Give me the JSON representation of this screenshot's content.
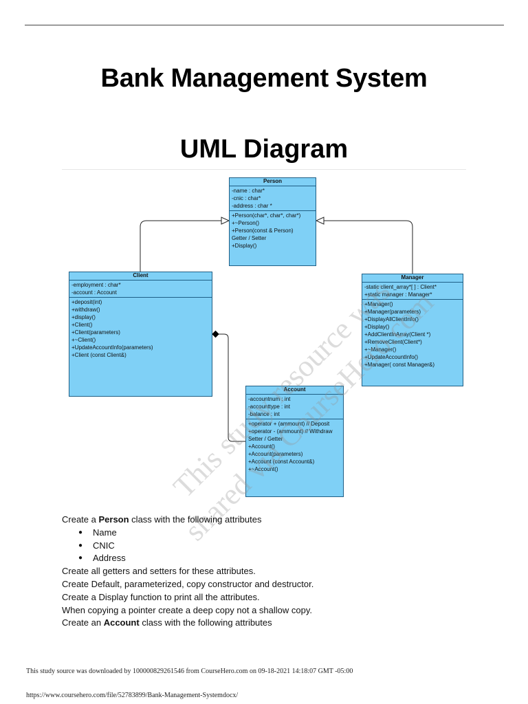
{
  "document": {
    "title": "Bank Management System",
    "subtitle": "UML Diagram"
  },
  "uml": {
    "person": {
      "name": "Person",
      "attributes": [
        "-name : char*",
        "-cnic : char*",
        "-address : char *"
      ],
      "operations": [
        "+Person(char*, char*, char*)",
        "+~Person()",
        "+Person(const & Person)",
        "Getter / Setter",
        "+Display()"
      ]
    },
    "client": {
      "name": "Client",
      "attributes": [
        "-employment : char*",
        "-account : Account"
      ],
      "operations": [
        "+deposit(int)",
        "+withdraw()",
        "+display()",
        "+Client()",
        "+Client(parameters)",
        "+~Client()",
        "+UpdateAccountInfo(parameters)",
        "+Client (const Client&)"
      ]
    },
    "manager": {
      "name": "Manager",
      "attributes": [
        "-static client_array*[ ] : Client*",
        "+static manager : Manager*"
      ],
      "operations": [
        "+Manager()",
        "+Manager(parameters)",
        "+DisplayAllClientInfo()",
        "+Display()",
        "+AddClientInArray(Client *)",
        "+RemoveClient(Client*)",
        "+~Manager()",
        "+UpdateAccountInfo()",
        "+Manager( const Manager&)"
      ]
    },
    "account": {
      "name": "Account",
      "attributes": [
        "-accountnum : int",
        "-accounttype : int",
        "-balance : int"
      ],
      "operations": [
        "+operator + (ammount) // Deposit",
        "+operator - (ammount) // Withdraw",
        "Setter / Getter",
        "+Account()",
        "+Account(parameters)",
        "+Account (const Account&)",
        "+~Account()"
      ]
    }
  },
  "watermark": {
    "line1": "This study resource was",
    "line2": "shared via CourseHero.com"
  },
  "body": {
    "p1_pre": "Create a ",
    "p1_bold": "Person",
    "p1_post": " class with the following attributes",
    "bullets": [
      "Name",
      "CNIC",
      "Address"
    ],
    "p2": "Create all getters and setters for these attributes.",
    "p3": "Create Default, parameterized, copy constructor and destructor.",
    "p4": "Create a Display function to print all the attributes.",
    "p5": "When copying a pointer create a deep copy not a shallow copy.",
    "p6_pre": "Create an ",
    "p6_bold": "Account",
    "p6_post": " class with the following attributes"
  },
  "footer": {
    "download_note": "This study source was downloaded by 100000829261546 from CourseHero.com on 09-18-2021 14:18:07 GMT -05:00",
    "url": "https://www.coursehero.com/file/52783899/Bank-Management-Systemdocx/"
  }
}
